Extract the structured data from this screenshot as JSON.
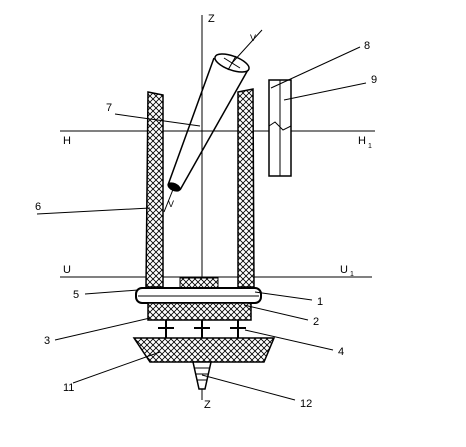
{
  "diagram": {
    "axis_labels": {
      "z_top": "Z",
      "z_bottom": "Z",
      "v_top": "V",
      "v_bottom": "V",
      "h_left": "H",
      "h_right": "H",
      "h_right_sub": "1",
      "u_left": "U",
      "u_right": "U",
      "u_right_sub": "1"
    },
    "callouts": [
      "1",
      "2",
      "3",
      "4",
      "5",
      "6",
      "7",
      "8",
      "9",
      "11",
      "12"
    ]
  }
}
